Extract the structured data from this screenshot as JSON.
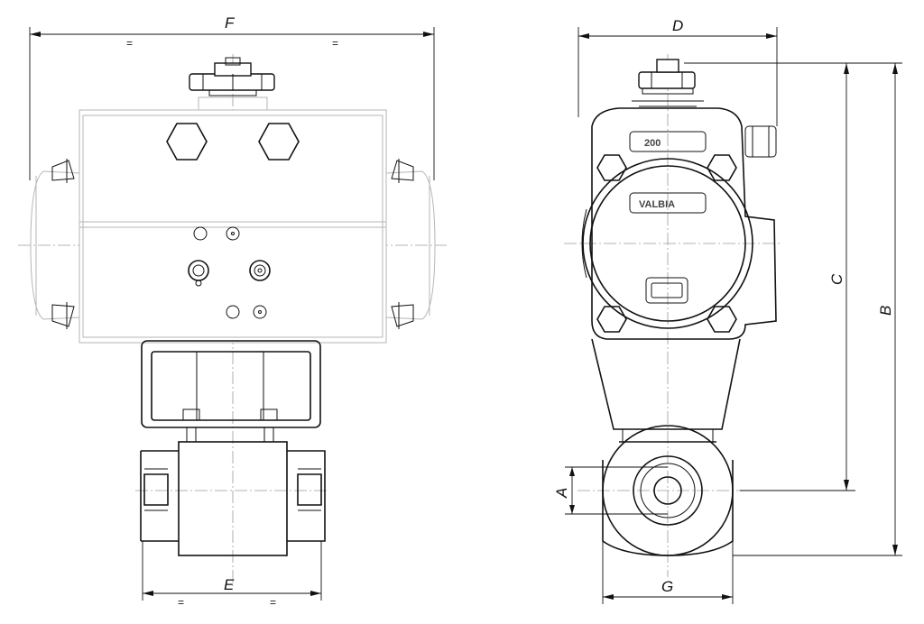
{
  "dimensions": {
    "F": "F",
    "D": "D",
    "C": "C",
    "B": "B",
    "A": "A",
    "E": "E",
    "G": "G",
    "equal_sign": "="
  },
  "markings": {
    "pressure": "200",
    "brand": "VALBIA"
  }
}
